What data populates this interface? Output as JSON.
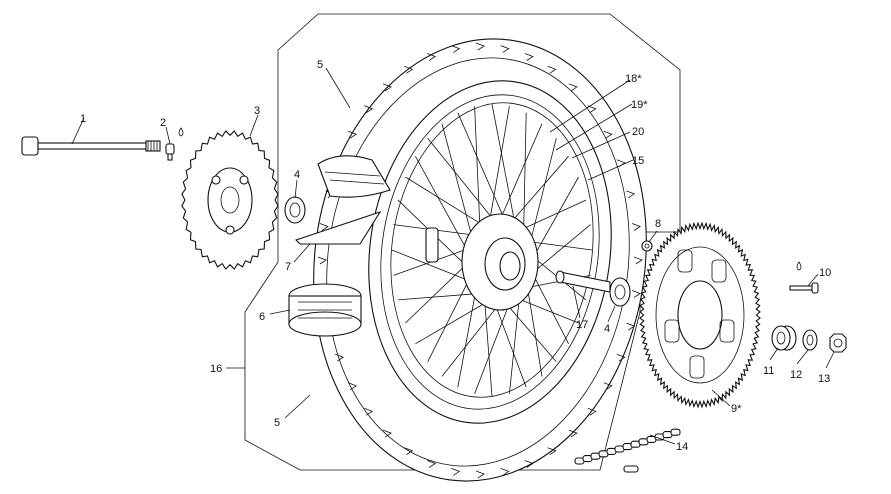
{
  "callouts": [
    {
      "id": "axle",
      "text": "1"
    },
    {
      "id": "disc-screw",
      "text": "2"
    },
    {
      "id": "brake-disc",
      "text": "3"
    },
    {
      "id": "bearing-left",
      "text": "4"
    },
    {
      "id": "tyre-top",
      "text": "5"
    },
    {
      "id": "tube",
      "text": "6"
    },
    {
      "id": "rim-band",
      "text": "7"
    },
    {
      "id": "sprocket-nut-small",
      "text": "8"
    },
    {
      "id": "sprocket",
      "text": "9*"
    },
    {
      "id": "sprocket-screw",
      "text": "10"
    },
    {
      "id": "spacer",
      "text": "11"
    },
    {
      "id": "washer",
      "text": "12"
    },
    {
      "id": "nut",
      "text": "13"
    },
    {
      "id": "chain",
      "text": "14"
    },
    {
      "id": "rim",
      "text": "15"
    },
    {
      "id": "wheel-assembly",
      "text": "16"
    },
    {
      "id": "inner-spacer",
      "text": "17"
    },
    {
      "id": "spoke-18",
      "text": "18*"
    },
    {
      "id": "spoke-19",
      "text": "19*"
    },
    {
      "id": "nipple",
      "text": "20"
    },
    {
      "id": "bearing-right",
      "text": "4"
    },
    {
      "id": "tyre-bottom",
      "text": "5"
    }
  ]
}
